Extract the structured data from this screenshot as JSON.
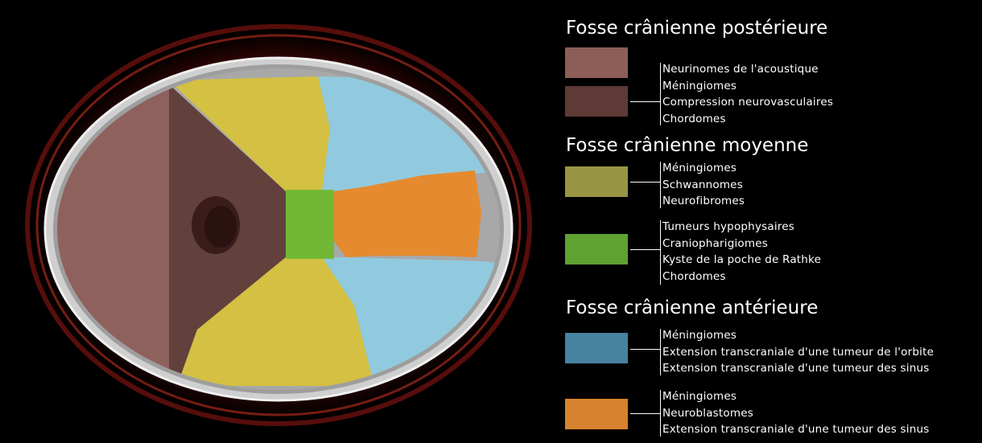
{
  "colors": {
    "post_light": "#8d5d58",
    "post_dark": "#5e3a36",
    "mid_yellow": "#979444",
    "mid_green": "#5ea232",
    "ant_blue": "#4782a0",
    "ant_orange": "#d7822e"
  },
  "legend": {
    "posterior": {
      "title": "Fosse crânienne postérieure",
      "items": [
        "Neurinomes de l'acoustique",
        "Méningiomes",
        "Compression neurovasculaires",
        "Chordomes"
      ]
    },
    "middle": {
      "title": "Fosse crânienne moyenne",
      "group1": [
        "Méningiomes",
        "Schwannomes",
        "Neurofibromes"
      ],
      "group2": [
        "Tumeurs hypophysaires",
        "Craniopharigiomes",
        "Kyste de la poche de Rathke",
        "Chordomes"
      ]
    },
    "anterior": {
      "title": "Fosse crânienne antérieure",
      "group1": [
        "Méningiomes",
        "Extension transcraniale d'une tumeur de l'orbite",
        "Extension transcraniale d'une tumeur des sinus"
      ],
      "group2": [
        "Méningiomes",
        "Neuroblastomes",
        "Extension transcraniale d'une tumeur des sinus"
      ]
    }
  }
}
